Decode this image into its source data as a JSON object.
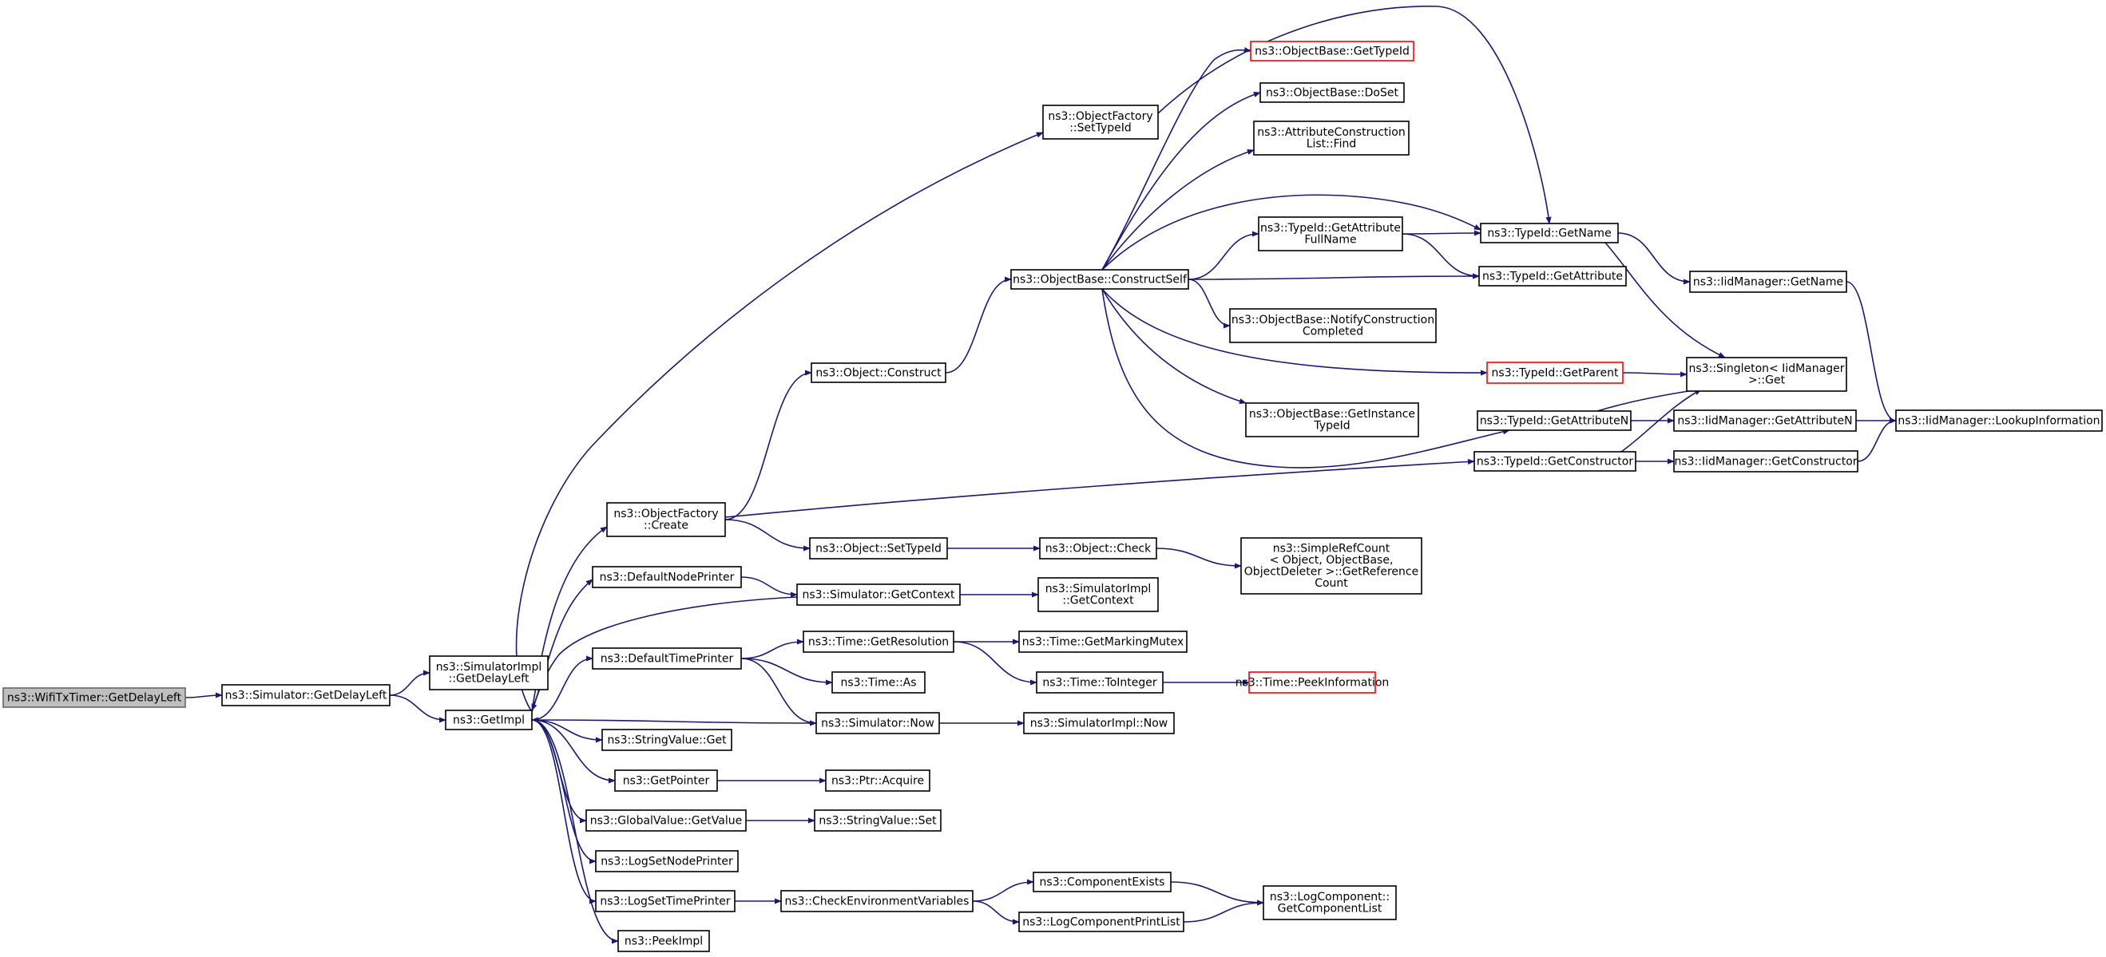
{
  "diagram": {
    "nodes": [
      {
        "id": "wifi",
        "lines": [
          "ns3::WifiTxTimer::GetDelayLeft"
        ],
        "style": "root"
      },
      {
        "id": "simGetDelayLeft",
        "lines": [
          "ns3::Simulator::GetDelayLeft"
        ]
      },
      {
        "id": "simImplGetDelayLeft",
        "lines": [
          "ns3::SimulatorImpl",
          "::GetDelayLeft"
        ]
      },
      {
        "id": "getImpl",
        "lines": [
          "ns3::GetImpl"
        ]
      },
      {
        "id": "ofSetTypeId",
        "lines": [
          "ns3::ObjectFactory",
          "::SetTypeId"
        ]
      },
      {
        "id": "ofCreate",
        "lines": [
          "ns3::ObjectFactory",
          "::Create"
        ]
      },
      {
        "id": "defNodePrinter",
        "lines": [
          "ns3::DefaultNodePrinter"
        ]
      },
      {
        "id": "defTimePrinter",
        "lines": [
          "ns3::DefaultTimePrinter"
        ]
      },
      {
        "id": "strValGet",
        "lines": [
          "ns3::StringValue::Get"
        ]
      },
      {
        "id": "getPointer",
        "lines": [
          "ns3::GetPointer"
        ]
      },
      {
        "id": "gvGetValue",
        "lines": [
          "ns3::GlobalValue::GetValue"
        ]
      },
      {
        "id": "logSetNode",
        "lines": [
          "ns3::LogSetNodePrinter"
        ]
      },
      {
        "id": "logSetTime",
        "lines": [
          "ns3::LogSetTimePrinter"
        ]
      },
      {
        "id": "peekImpl",
        "lines": [
          "ns3::PeekImpl"
        ]
      },
      {
        "id": "objConstruct",
        "lines": [
          "ns3::Object::Construct"
        ]
      },
      {
        "id": "objSetTypeId",
        "lines": [
          "ns3::Object::SetTypeId"
        ]
      },
      {
        "id": "simGetContext",
        "lines": [
          "ns3::Simulator::GetContext"
        ]
      },
      {
        "id": "timeGetRes",
        "lines": [
          "ns3::Time::GetResolution"
        ]
      },
      {
        "id": "timeAs",
        "lines": [
          "ns3::Time::As"
        ]
      },
      {
        "id": "simNow",
        "lines": [
          "ns3::Simulator::Now"
        ]
      },
      {
        "id": "ptrAcquire",
        "lines": [
          "ns3::Ptr::Acquire"
        ]
      },
      {
        "id": "strValSet",
        "lines": [
          "ns3::StringValue::Set"
        ]
      },
      {
        "id": "checkEnv",
        "lines": [
          "ns3::CheckEnvironmentVariables"
        ]
      },
      {
        "id": "obConstructSelf",
        "lines": [
          "ns3::ObjectBase::ConstructSelf"
        ]
      },
      {
        "id": "objCheck",
        "lines": [
          "ns3::Object::Check"
        ]
      },
      {
        "id": "simImplGetContext",
        "lines": [
          "ns3::SimulatorImpl",
          "::GetContext"
        ]
      },
      {
        "id": "timeGetMarking",
        "lines": [
          "ns3::Time::GetMarkingMutex"
        ]
      },
      {
        "id": "timeToInteger",
        "lines": [
          "ns3::Time::ToInteger"
        ]
      },
      {
        "id": "simImplNow",
        "lines": [
          "ns3::SimulatorImpl::Now"
        ]
      },
      {
        "id": "compExists",
        "lines": [
          "ns3::ComponentExists"
        ]
      },
      {
        "id": "logCompPrintList",
        "lines": [
          "ns3::LogComponentPrintList"
        ]
      },
      {
        "id": "obGetTypeId",
        "lines": [
          "ns3::ObjectBase::GetTypeId"
        ],
        "style": "red"
      },
      {
        "id": "obDoSet",
        "lines": [
          "ns3::ObjectBase::DoSet"
        ]
      },
      {
        "id": "attrConstrFind",
        "lines": [
          "ns3::AttributeConstruction",
          "List::Find"
        ]
      },
      {
        "id": "tidGetAttrFull",
        "lines": [
          "ns3::TypeId::GetAttribute",
          "FullName"
        ]
      },
      {
        "id": "obNotify",
        "lines": [
          "ns3::ObjectBase::NotifyConstruction",
          "Completed"
        ]
      },
      {
        "id": "obGetInstance",
        "lines": [
          "ns3::ObjectBase::GetInstance",
          "TypeId"
        ]
      },
      {
        "id": "simpleRefCount",
        "lines": [
          "ns3::SimpleRefCount",
          "< Object, ObjectBase,",
          "ObjectDeleter >::GetReference",
          "Count"
        ]
      },
      {
        "id": "timePeekInfo",
        "lines": [
          "ns3::Time::PeekInformation"
        ],
        "style": "red"
      },
      {
        "id": "logCompGetList",
        "lines": [
          "ns3::LogComponent::",
          "GetComponentList"
        ]
      },
      {
        "id": "tidGetName",
        "lines": [
          "ns3::TypeId::GetName"
        ]
      },
      {
        "id": "tidGetAttribute",
        "lines": [
          "ns3::TypeId::GetAttribute"
        ]
      },
      {
        "id": "tidGetParent",
        "lines": [
          "ns3::TypeId::GetParent"
        ],
        "style": "red"
      },
      {
        "id": "tidGetAttrN",
        "lines": [
          "ns3::TypeId::GetAttributeN"
        ]
      },
      {
        "id": "tidGetConstructor",
        "lines": [
          "ns3::TypeId::GetConstructor"
        ]
      },
      {
        "id": "iidGetName",
        "lines": [
          "ns3::IidManager::GetName"
        ]
      },
      {
        "id": "singletonGet",
        "lines": [
          "ns3::Singleton< IidManager",
          ">::Get"
        ]
      },
      {
        "id": "iidGetAttrN",
        "lines": [
          "ns3::IidManager::GetAttributeN"
        ]
      },
      {
        "id": "iidGetConstructor",
        "lines": [
          "ns3::IidManager::GetConstructor"
        ]
      },
      {
        "id": "iidLookup",
        "lines": [
          "ns3::IidManager::LookupInformation"
        ]
      }
    ],
    "edges": [
      [
        "wifi",
        "simGetDelayLeft"
      ],
      [
        "simGetDelayLeft",
        "simImplGetDelayLeft"
      ],
      [
        "simGetDelayLeft",
        "getImpl"
      ],
      [
        "getImpl",
        "ofSetTypeId"
      ],
      [
        "getImpl",
        "ofCreate"
      ],
      [
        "getImpl",
        "defNodePrinter"
      ],
      [
        "getImpl",
        "defTimePrinter"
      ],
      [
        "getImpl",
        "strValGet"
      ],
      [
        "getImpl",
        "getPointer"
      ],
      [
        "getImpl",
        "gvGetValue"
      ],
      [
        "getImpl",
        "logSetNode"
      ],
      [
        "getImpl",
        "logSetTime"
      ],
      [
        "getImpl",
        "peekImpl"
      ],
      [
        "ofSetTypeId",
        "tidGetName"
      ],
      [
        "ofCreate",
        "objConstruct"
      ],
      [
        "ofCreate",
        "objSetTypeId"
      ],
      [
        "ofCreate",
        "tidGetConstructor"
      ],
      [
        "defNodePrinter",
        "simGetContext"
      ],
      [
        "defTimePrinter",
        "timeGetRes"
      ],
      [
        "defTimePrinter",
        "timeAs"
      ],
      [
        "defTimePrinter",
        "simNow"
      ],
      [
        "simGetContext",
        "getImpl"
      ],
      [
        "simGetContext",
        "simImplGetContext"
      ],
      [
        "simNow",
        "getImpl"
      ],
      [
        "simNow",
        "simImplNow"
      ],
      [
        "getPointer",
        "ptrAcquire"
      ],
      [
        "gvGetValue",
        "strValSet"
      ],
      [
        "logSetTime",
        "checkEnv"
      ],
      [
        "objConstruct",
        "obConstructSelf"
      ],
      [
        "objSetTypeId",
        "objCheck"
      ],
      [
        "objCheck",
        "simpleRefCount"
      ],
      [
        "timeGetRes",
        "timeGetMarking"
      ],
      [
        "timeGetRes",
        "timeToInteger"
      ],
      [
        "timeToInteger",
        "timePeekInfo"
      ],
      [
        "checkEnv",
        "compExists"
      ],
      [
        "checkEnv",
        "logCompPrintList"
      ],
      [
        "compExists",
        "logCompGetList"
      ],
      [
        "logCompPrintList",
        "logCompGetList"
      ],
      [
        "obConstructSelf",
        "obGetTypeId"
      ],
      [
        "obConstructSelf",
        "obDoSet"
      ],
      [
        "obConstructSelf",
        "attrConstrFind"
      ],
      [
        "obConstructSelf",
        "tidGetAttrFull"
      ],
      [
        "obConstructSelf",
        "tidGetName"
      ],
      [
        "obConstructSelf",
        "tidGetAttribute"
      ],
      [
        "obConstructSelf",
        "obNotify"
      ],
      [
        "obConstructSelf",
        "tidGetParent"
      ],
      [
        "obConstructSelf",
        "obGetInstance"
      ],
      [
        "obConstructSelf",
        "tidGetAttrN"
      ],
      [
        "tidGetAttrFull",
        "tidGetName"
      ],
      [
        "tidGetAttrFull",
        "tidGetAttribute"
      ],
      [
        "tidGetName",
        "iidGetName"
      ],
      [
        "tidGetName",
        "singletonGet"
      ],
      [
        "tidGetParent",
        "singletonGet"
      ],
      [
        "tidGetAttrN",
        "singletonGet"
      ],
      [
        "tidGetAttrN",
        "iidGetAttrN"
      ],
      [
        "tidGetConstructor",
        "singletonGet"
      ],
      [
        "tidGetConstructor",
        "iidGetConstructor"
      ],
      [
        "iidGetName",
        "iidLookup"
      ],
      [
        "iidGetAttrN",
        "iidLookup"
      ],
      [
        "iidGetConstructor",
        "iidLookup"
      ]
    ]
  }
}
